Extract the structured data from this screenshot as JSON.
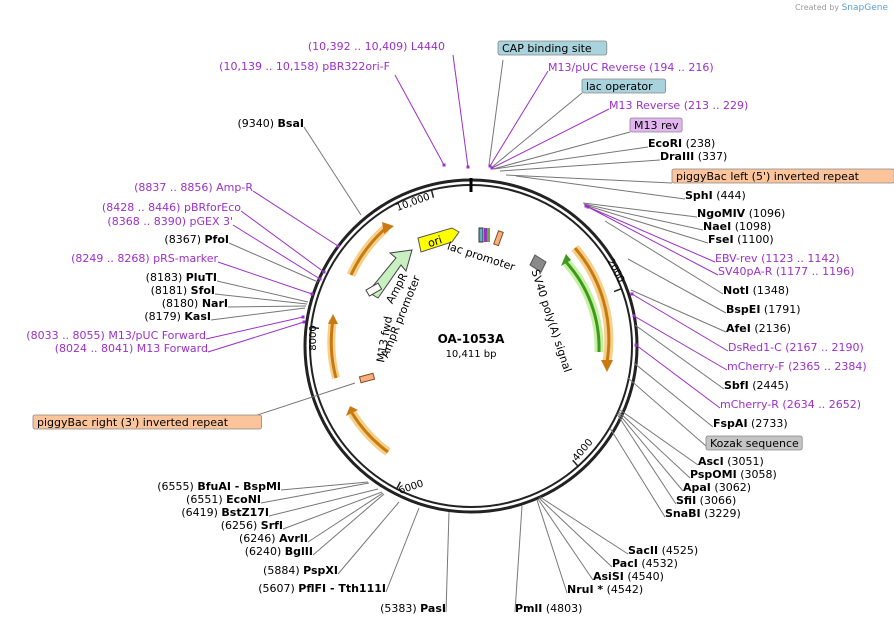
{
  "watermark": {
    "prefix": "Created by",
    "brand": "SnapGene"
  },
  "plasmid": {
    "name": "OA-1053A",
    "length_label": "10,411 bp",
    "total_bp": 10411
  },
  "colors": {
    "backbone": "#222222",
    "enzyme_text": "#000000",
    "feature_text": "#9b30c8",
    "feature_line": "#9b30c8",
    "enzyme_line": "#777777",
    "box_teal": "#a8d2dc",
    "box_grey": "#c4c4c4",
    "box_purple": "#e3b5f0",
    "box_orange": "#fbc49a",
    "arrow_orange": "#e8a030",
    "arrow_green": "#8bc34a",
    "arrow_light_green": "#c8f0c0",
    "arrow_yellow": "#ffff00",
    "arrow_grey": "#8a8a8a"
  },
  "ticks": [
    {
      "bp": 2000,
      "label": "2000"
    },
    {
      "bp": 4000,
      "label": "4000"
    },
    {
      "bp": 6000,
      "label": "6000"
    },
    {
      "bp": 8000,
      "label": "8000"
    },
    {
      "bp": 10000,
      "label": "10,000"
    }
  ],
  "inner_labels": [
    {
      "text": "ori",
      "kind": "arrow-label"
    },
    {
      "text": "lac promoter"
    },
    {
      "text": "SV40 poly(A) signal"
    },
    {
      "text": "AmpR"
    },
    {
      "text": "AmpR promoter"
    },
    {
      "text": "M13 fwd"
    }
  ],
  "annotations": [
    {
      "id": "l4440",
      "pos": "(10,392 .. 10,409)",
      "name": "L4440",
      "type": "feature"
    },
    {
      "id": "pbr322ori",
      "pos": "(10,139 .. 10,158)",
      "name": "pBR322ori-F",
      "type": "feature"
    },
    {
      "id": "cap",
      "pos": "",
      "name": "CAP binding site",
      "type": "box",
      "box": "teal"
    },
    {
      "id": "m13puc-rev",
      "pos": "(194 .. 216)",
      "name": "M13/pUC Reverse",
      "type": "feature",
      "pos_after": true
    },
    {
      "id": "lacop",
      "pos": "",
      "name": "lac operator",
      "type": "box",
      "box": "teal"
    },
    {
      "id": "m13-reverse",
      "pos": "(213 .. 229)",
      "name": "M13 Reverse",
      "type": "feature",
      "pos_after": true
    },
    {
      "id": "m13rev",
      "pos": "",
      "name": "M13 rev",
      "type": "box",
      "box": "purple"
    },
    {
      "id": "ecori",
      "pos": "(238)",
      "name": "EcoRI",
      "type": "enzyme",
      "pos_after": true
    },
    {
      "id": "draiii",
      "pos": "(337)",
      "name": "DraIII",
      "type": "enzyme",
      "pos_after": true
    },
    {
      "id": "pbleft",
      "pos": "",
      "name": "piggyBac left (5') inverted repeat",
      "type": "box",
      "box": "orange"
    },
    {
      "id": "sphi",
      "pos": "(444)",
      "name": "SphI",
      "type": "enzyme",
      "pos_after": true
    },
    {
      "id": "ngomiv",
      "pos": "(1096)",
      "name": "NgoMIV",
      "type": "enzyme",
      "pos_after": true
    },
    {
      "id": "naei",
      "pos": "(1098)",
      "name": "NaeI",
      "type": "enzyme",
      "pos_after": true
    },
    {
      "id": "fsei",
      "pos": "(1100)",
      "name": "FseI",
      "type": "enzyme",
      "pos_after": true
    },
    {
      "id": "ebvrev",
      "pos": "(1123 .. 1142)",
      "name": "EBV-rev",
      "type": "feature",
      "pos_after": true
    },
    {
      "id": "sv40pa",
      "pos": "(1177 .. 1196)",
      "name": "SV40pA-R",
      "type": "feature",
      "pos_after": true
    },
    {
      "id": "noti",
      "pos": "(1348)",
      "name": "NotI",
      "type": "enzyme",
      "pos_after": true
    },
    {
      "id": "bspei",
      "pos": "(1791)",
      "name": "BspEI",
      "type": "enzyme",
      "pos_after": true
    },
    {
      "id": "afei",
      "pos": "(2136)",
      "name": "AfeI",
      "type": "enzyme",
      "pos_after": true
    },
    {
      "id": "dsred",
      "pos": "(2167 .. 2190)",
      "name": "DsRed1-C",
      "type": "feature",
      "pos_after": true
    },
    {
      "id": "mcherryf",
      "pos": "(2365 .. 2384)",
      "name": "mCherry-F",
      "type": "feature",
      "pos_after": true
    },
    {
      "id": "sbfi",
      "pos": "(2445)",
      "name": "SbfI",
      "type": "enzyme",
      "pos_after": true
    },
    {
      "id": "mcherryr",
      "pos": "(2634 .. 2652)",
      "name": "mCherry-R",
      "type": "feature",
      "pos_after": true
    },
    {
      "id": "fspai",
      "pos": "(2733)",
      "name": "FspAI",
      "type": "enzyme",
      "pos_after": true
    },
    {
      "id": "kozak",
      "pos": "",
      "name": "Kozak sequence",
      "type": "box",
      "box": "grey"
    },
    {
      "id": "asci",
      "pos": "(3051)",
      "name": "AscI",
      "type": "enzyme",
      "pos_after": true
    },
    {
      "id": "pspomi",
      "pos": "(3058)",
      "name": "PspOMI",
      "type": "enzyme",
      "pos_after": true
    },
    {
      "id": "apai",
      "pos": "(3062)",
      "name": "ApaI",
      "type": "enzyme",
      "pos_after": true
    },
    {
      "id": "sfii",
      "pos": "(3066)",
      "name": "SfiI",
      "type": "enzyme",
      "pos_after": true
    },
    {
      "id": "snabi",
      "pos": "(3229)",
      "name": "SnaBI",
      "type": "enzyme",
      "pos_after": true
    },
    {
      "id": "sacii",
      "pos": "(4525)",
      "name": "SacII",
      "type": "enzyme",
      "pos_after": true
    },
    {
      "id": "paci",
      "pos": "(4532)",
      "name": "PacI",
      "type": "enzyme",
      "pos_after": true
    },
    {
      "id": "asisi",
      "pos": "(4540)",
      "name": "AsiSI",
      "type": "enzyme",
      "pos_after": true
    },
    {
      "id": "nrui",
      "pos": "(4542)",
      "name": "NruI *",
      "type": "enzyme",
      "pos_after": true
    },
    {
      "id": "pmli",
      "pos": "(4803)",
      "name": "PmlI",
      "type": "enzyme",
      "pos_after": true
    },
    {
      "id": "pasi",
      "pos": "(5383)",
      "name": "PasI",
      "type": "enzyme"
    },
    {
      "id": "pflfi",
      "pos": "(5607)",
      "name": "PflFI  - Tth111I",
      "type": "enzyme"
    },
    {
      "id": "pspxi",
      "pos": "(5884)",
      "name": "PspXI",
      "type": "enzyme"
    },
    {
      "id": "bglii",
      "pos": "(6240)",
      "name": "BglII",
      "type": "enzyme"
    },
    {
      "id": "avrii",
      "pos": "(6246)",
      "name": "AvrII",
      "type": "enzyme"
    },
    {
      "id": "srfi",
      "pos": "(6256)",
      "name": "SrfI",
      "type": "enzyme"
    },
    {
      "id": "bstz17i",
      "pos": "(6419)",
      "name": "BstZ17I",
      "type": "enzyme"
    },
    {
      "id": "econi",
      "pos": "(6551)",
      "name": "EcoNI",
      "type": "enzyme"
    },
    {
      "id": "bfuai",
      "pos": "(6555)",
      "name": "BfuAI  - BspMI",
      "type": "enzyme"
    },
    {
      "id": "pbright",
      "pos": "",
      "name": "piggyBac right (3') inverted repeat",
      "type": "box",
      "box": "orange"
    },
    {
      "id": "m13fwd",
      "pos": "(8024 .. 8041)",
      "name": "M13 Forward",
      "type": "feature"
    },
    {
      "id": "m13pucf",
      "pos": "(8033 .. 8055)",
      "name": "M13/pUC Forward",
      "type": "feature"
    },
    {
      "id": "kasi",
      "pos": "(8179)",
      "name": "KasI",
      "type": "enzyme"
    },
    {
      "id": "nari",
      "pos": "(8180)",
      "name": "NarI",
      "type": "enzyme"
    },
    {
      "id": "sfoi",
      "pos": "(8181)",
      "name": "SfoI",
      "type": "enzyme"
    },
    {
      "id": "pluti",
      "pos": "(8183)",
      "name": "PluTI",
      "type": "enzyme"
    },
    {
      "id": "prsmarker",
      "pos": "(8249 .. 8268)",
      "name": "pRS-marker",
      "type": "feature"
    },
    {
      "id": "pfoi",
      "pos": "(8367)",
      "name": "PfoI",
      "type": "enzyme"
    },
    {
      "id": "pgex3",
      "pos": "(8368 .. 8390)",
      "name": "pGEX 3'",
      "type": "feature"
    },
    {
      "id": "pbrforeco",
      "pos": "(8428 .. 8446)",
      "name": "pBRforEco",
      "type": "feature"
    },
    {
      "id": "ampr",
      "pos": "(8837 .. 8856)",
      "name": "Amp-R",
      "type": "feature"
    },
    {
      "id": "bsai",
      "pos": "(9340)",
      "name": "BsaI",
      "type": "enzyme"
    }
  ]
}
